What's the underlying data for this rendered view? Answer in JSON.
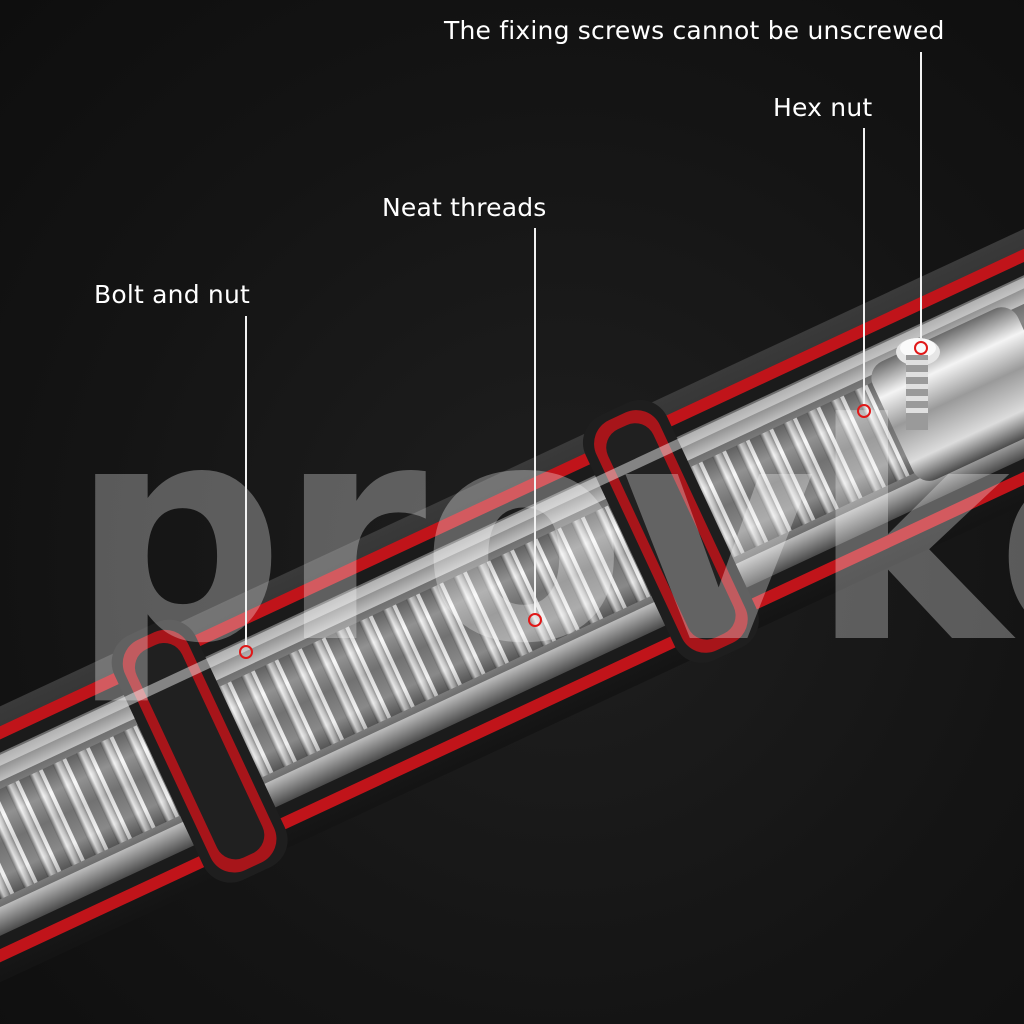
{
  "callouts": {
    "fixing_screws": "The fixing screws cannot be unscrewed",
    "hex_nut": "Hex nut",
    "neat_threads": "Neat threads",
    "bolt_and_nut": "Bolt and nut"
  },
  "watermark": {
    "text": "provko"
  },
  "colors": {
    "background": "#151515",
    "accent_red": "#d4141a",
    "foam_black": "#2a2a2a",
    "steel_light": "#e8e8e8",
    "steel_dark": "#5a5a5a"
  }
}
